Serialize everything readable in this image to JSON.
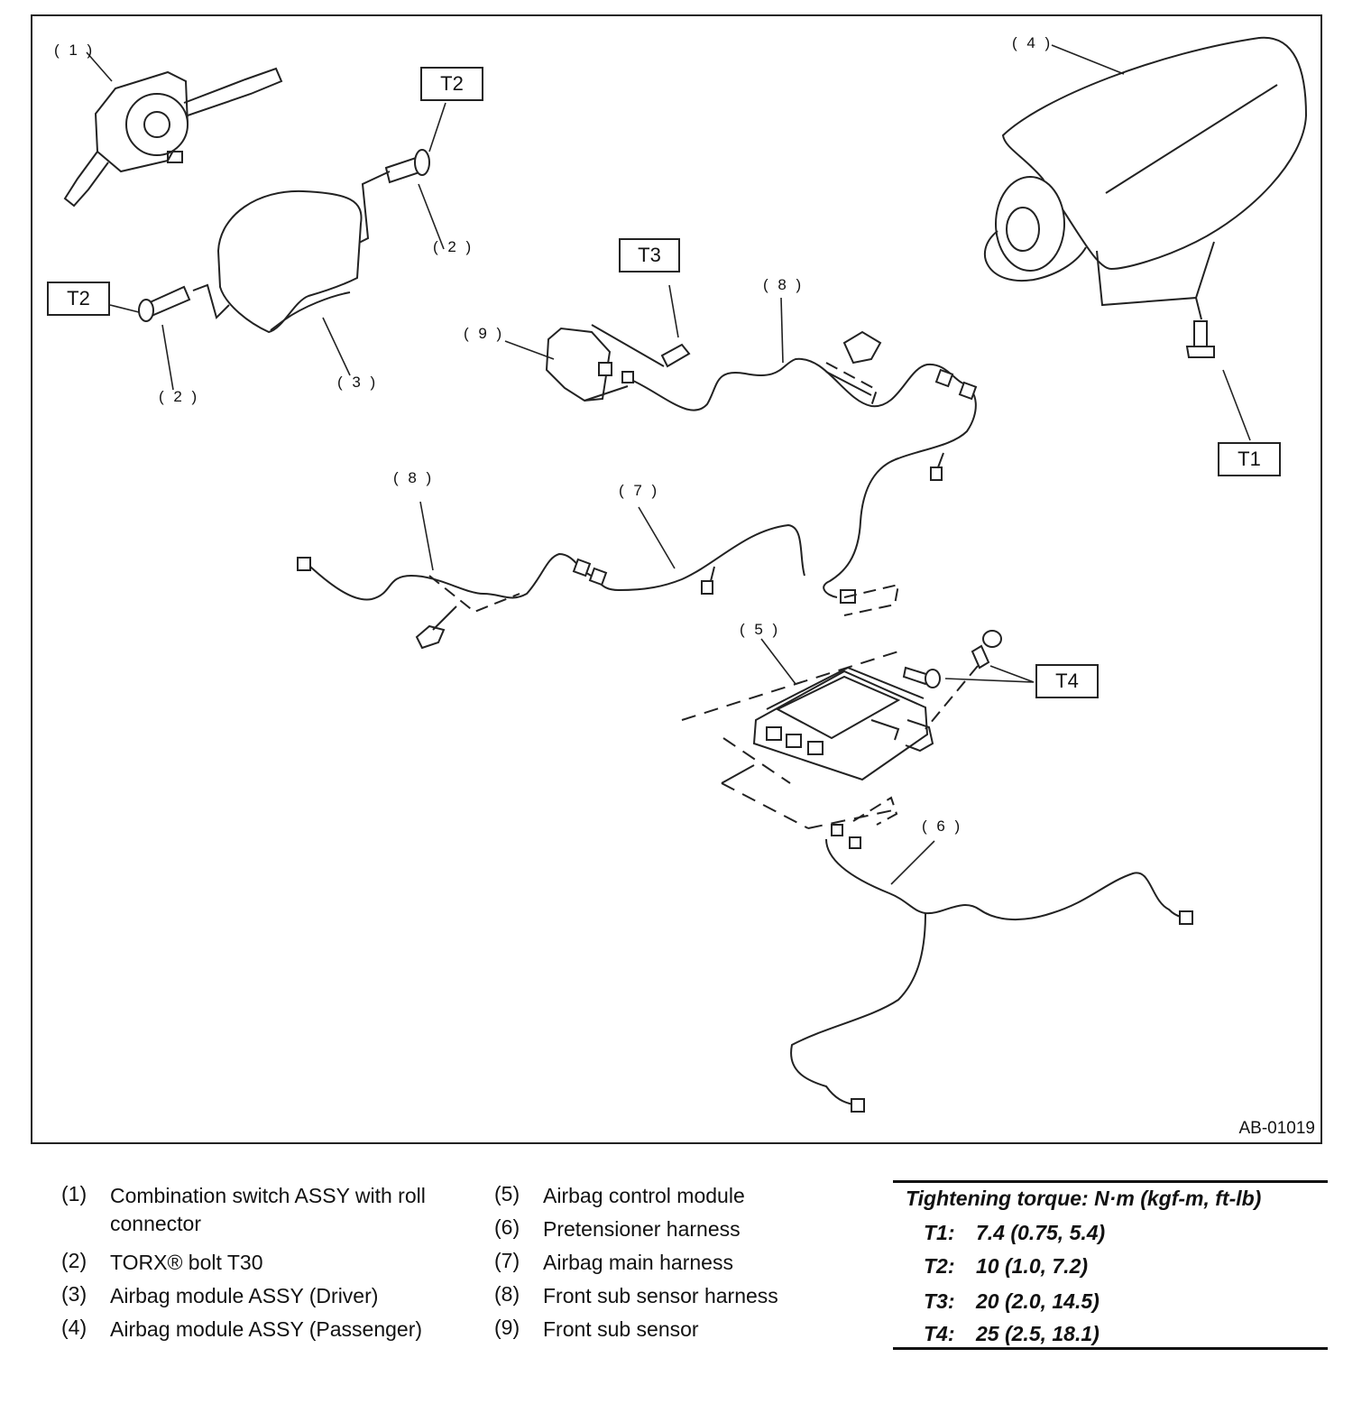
{
  "figure": {
    "id": "AB-01019",
    "callouts": {
      "c1": "( 1 )",
      "c2a": "( 2 )",
      "c2b": "( 2 )",
      "c3": "( 3 )",
      "c4": "( 4 )",
      "c5": "( 5 )",
      "c6": "( 6 )",
      "c7": "( 7 )",
      "c8a": "( 8 )",
      "c8b": "( 8 )",
      "c9": "( 9 )"
    },
    "torque_tags": {
      "t1": "T1",
      "t2a": "T2",
      "t2b": "T2",
      "t3": "T3",
      "t4": "T4"
    }
  },
  "legend": {
    "col1": [
      {
        "num": "(1)",
        "text": "Combination switch ASSY with roll connector"
      },
      {
        "num": "(2)",
        "text": "TORX® bolt T30"
      },
      {
        "num": "(3)",
        "text": "Airbag module ASSY (Driver)"
      },
      {
        "num": "(4)",
        "text": "Airbag module ASSY (Passenger)"
      }
    ],
    "col2": [
      {
        "num": "(5)",
        "text": "Airbag control module"
      },
      {
        "num": "(6)",
        "text": "Pretensioner harness"
      },
      {
        "num": "(7)",
        "text": "Airbag main harness"
      },
      {
        "num": "(8)",
        "text": "Front sub sensor harness"
      },
      {
        "num": "(9)",
        "text": "Front sub sensor"
      }
    ]
  },
  "torque": {
    "header": "Tightening torque: N·m (kgf-m, ft-lb)",
    "rows": [
      {
        "key": "T1:",
        "value": "7.4 (0.75, 5.4)"
      },
      {
        "key": "T2:",
        "value": "10 (1.0, 7.2)"
      },
      {
        "key": "T3:",
        "value": "20 (2.0, 14.5)"
      },
      {
        "key": "T4:",
        "value": "25 (2.5, 18.1)"
      }
    ]
  }
}
